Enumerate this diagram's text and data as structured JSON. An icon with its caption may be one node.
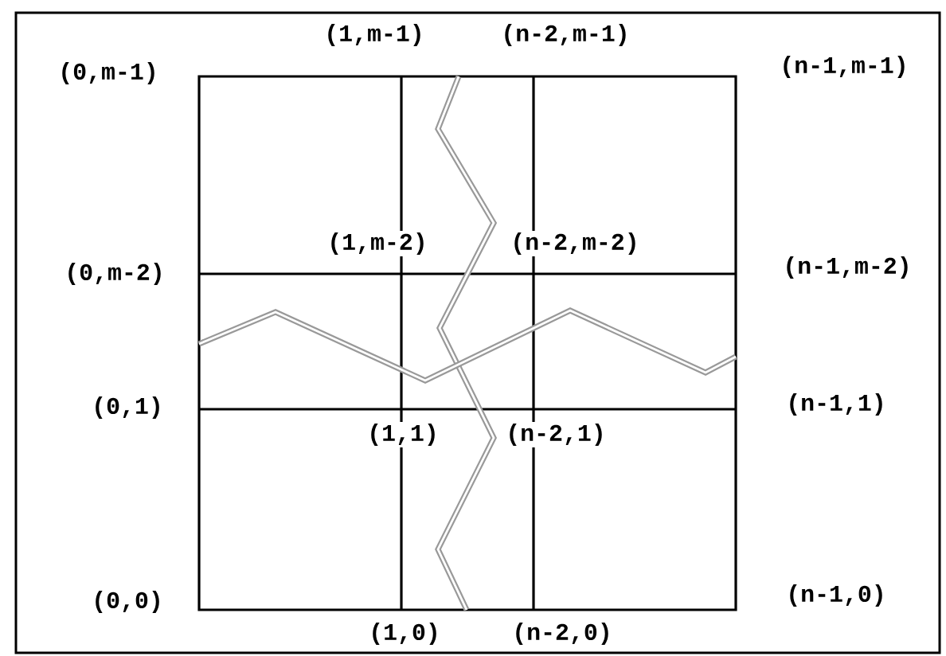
{
  "diagram": {
    "labels": [
      "(1,m-1)",
      "(n-2,m-1)",
      "(0,m-1)",
      "(n-1,m-1)",
      "(1,m-2)",
      "(n-2,m-2)",
      "(0,m-2)",
      "(n-1,m-2)",
      "(0,1)",
      "(n-1,1)",
      "(1,1)",
      "(n-2,1)",
      "(0,0)",
      "(n-1,0)",
      "(1,0)",
      "(n-2,0)"
    ]
  }
}
